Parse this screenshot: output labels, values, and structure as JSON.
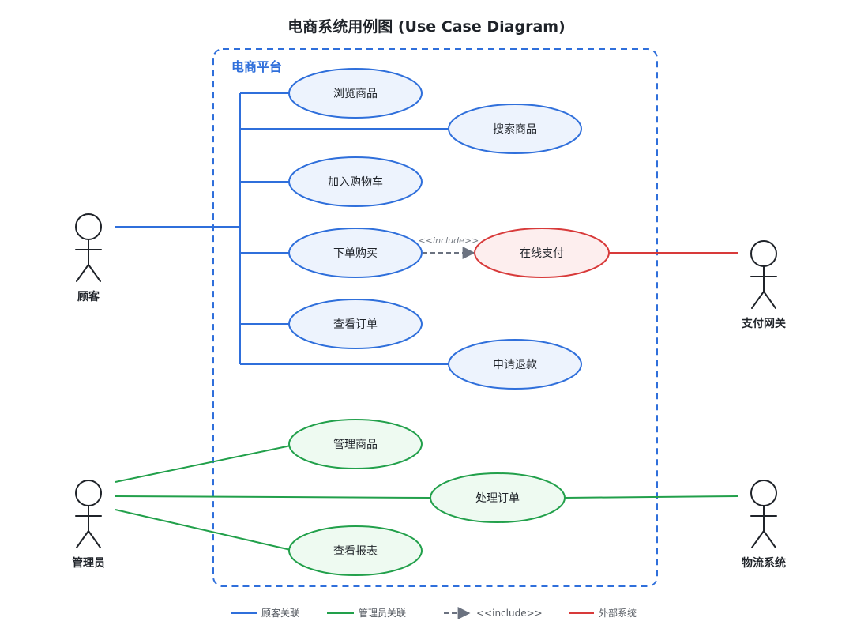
{
  "title": "电商系统用例图 (Use Case Diagram)",
  "system": {
    "label": "电商平台"
  },
  "colors": {
    "customer": "#2f6fdb",
    "admin": "#22a04b",
    "external": "#d83a3a",
    "include": "#6b7280",
    "customer_fill": "#edf3fd",
    "admin_fill": "#eefaf1",
    "external_fill": "#fdeeee"
  },
  "actors": {
    "customer": {
      "label": "顾客",
      "icon": "stick-figure-icon"
    },
    "admin": {
      "label": "管理员",
      "icon": "stick-figure-icon"
    },
    "payment_gateway": {
      "label": "支付网关",
      "icon": "stick-figure-icon"
    },
    "logistics": {
      "label": "物流系统",
      "icon": "stick-figure-icon"
    }
  },
  "use_cases": {
    "browse": {
      "label": "浏览商品"
    },
    "search": {
      "label": "搜索商品"
    },
    "add_cart": {
      "label": "加入购物车"
    },
    "place_order": {
      "label": "下单购买"
    },
    "pay_online": {
      "label": "在线支付"
    },
    "view_orders": {
      "label": "查看订单"
    },
    "refund": {
      "label": "申请退款"
    },
    "manage_products": {
      "label": "管理商品"
    },
    "process_orders": {
      "label": "处理订单"
    },
    "view_reports": {
      "label": "查看报表"
    }
  },
  "include": {
    "label": "<<include>>"
  },
  "legend": {
    "customer": "顾客关联",
    "admin": "管理员关联",
    "include": "<<include>>",
    "external": "外部系统"
  }
}
